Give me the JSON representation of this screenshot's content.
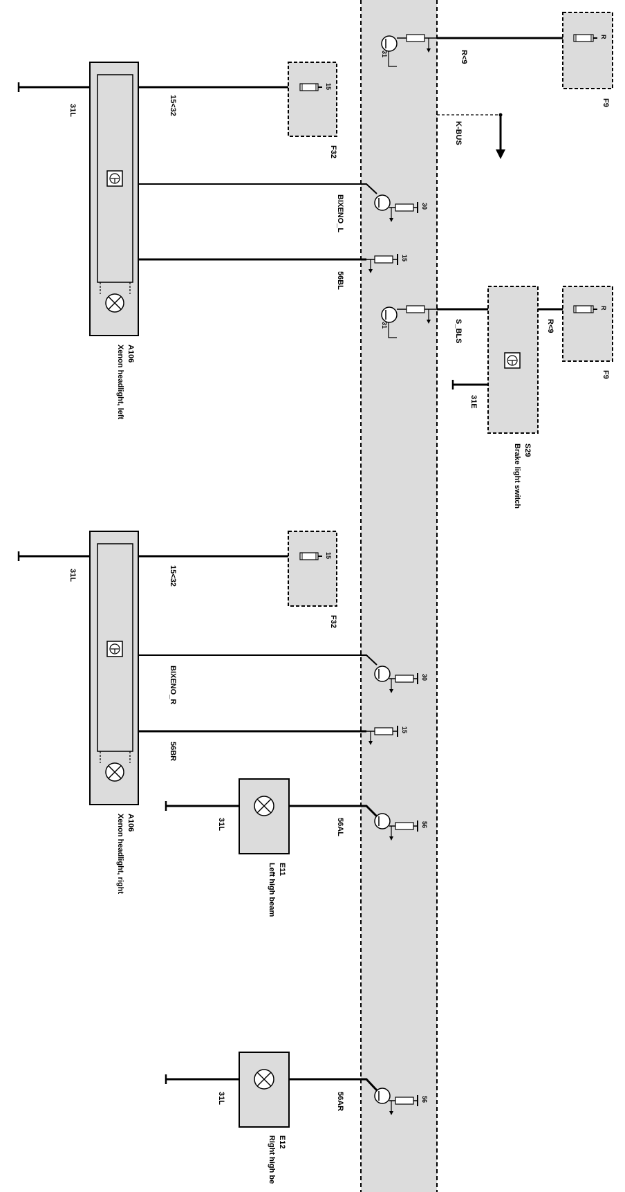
{
  "components": {
    "a106_left": {
      "id": "A106",
      "name": "Xenon headlight, left"
    },
    "a106_right": {
      "id": "A106",
      "name": "Xenon headlight, right"
    },
    "e11": {
      "id": "E11",
      "name": "Left high beam"
    },
    "e12": {
      "id": "E12",
      "name": "Right high be"
    },
    "s29": {
      "id": "S29",
      "name": "Brake light switch"
    },
    "f32_top": {
      "id": "F32",
      "pin": "15"
    },
    "f32_bottom": {
      "id": "F32",
      "pin": "15"
    },
    "f9_top": {
      "id": "F9",
      "pin": "R"
    },
    "f9_bottom": {
      "id": "F9",
      "pin": "R"
    }
  },
  "wires": {
    "ground_31l_1": "31L",
    "ground_31l_2": "31L",
    "ground_31l_3": "31L",
    "ground_31l_4": "31L",
    "ground_31e": "31E",
    "w15_32_top": "15<32",
    "w15_32_bottom": "15<32",
    "bixeno_l": "BIXENO_L",
    "bixeno_r": "BIXENO_R",
    "w56bl": "56BL",
    "w56br": "56BR",
    "w56al": "56AL",
    "w56ar": "56AR",
    "r9_top": "R<9",
    "r9_bottom": "R<9",
    "s_bls": "S_BLS",
    "kbus": "K-BUS"
  },
  "pins": {
    "p31_top": "31",
    "p30_left": "30",
    "p15_left": "15",
    "p31_brake": "31",
    "p30_right": "30",
    "p15_right": "15",
    "p56_e11": "56",
    "p56_e12": "56"
  }
}
